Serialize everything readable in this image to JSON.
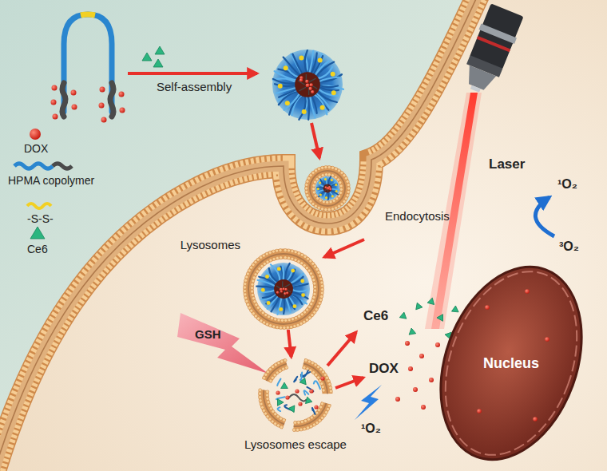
{
  "diagram": {
    "nodes": [
      {
        "text": [
          "Lysosomes"
        ]
      },
      {
        "text": [
          "Lysosomes escape"
        ]
      },
      {
        "text": [
          "Nucleus"
        ]
      }
    ],
    "edges": [
      {
        "from": 0,
        "to": 1,
        "arrow": "to"
      }
    ],
    "labels": [
      "Self-assembly",
      "Endocytosis",
      "GSH",
      "Laser",
      "¹O₂",
      "³O₂",
      "Ce6",
      "DOX",
      "¹O₂"
    ],
    "legend": [
      {
        "text": "DOX"
      },
      {
        "text": "HPMA copolymer"
      },
      {
        "text": "-S-S-"
      },
      {
        "text": "Ce6"
      }
    ]
  }
}
